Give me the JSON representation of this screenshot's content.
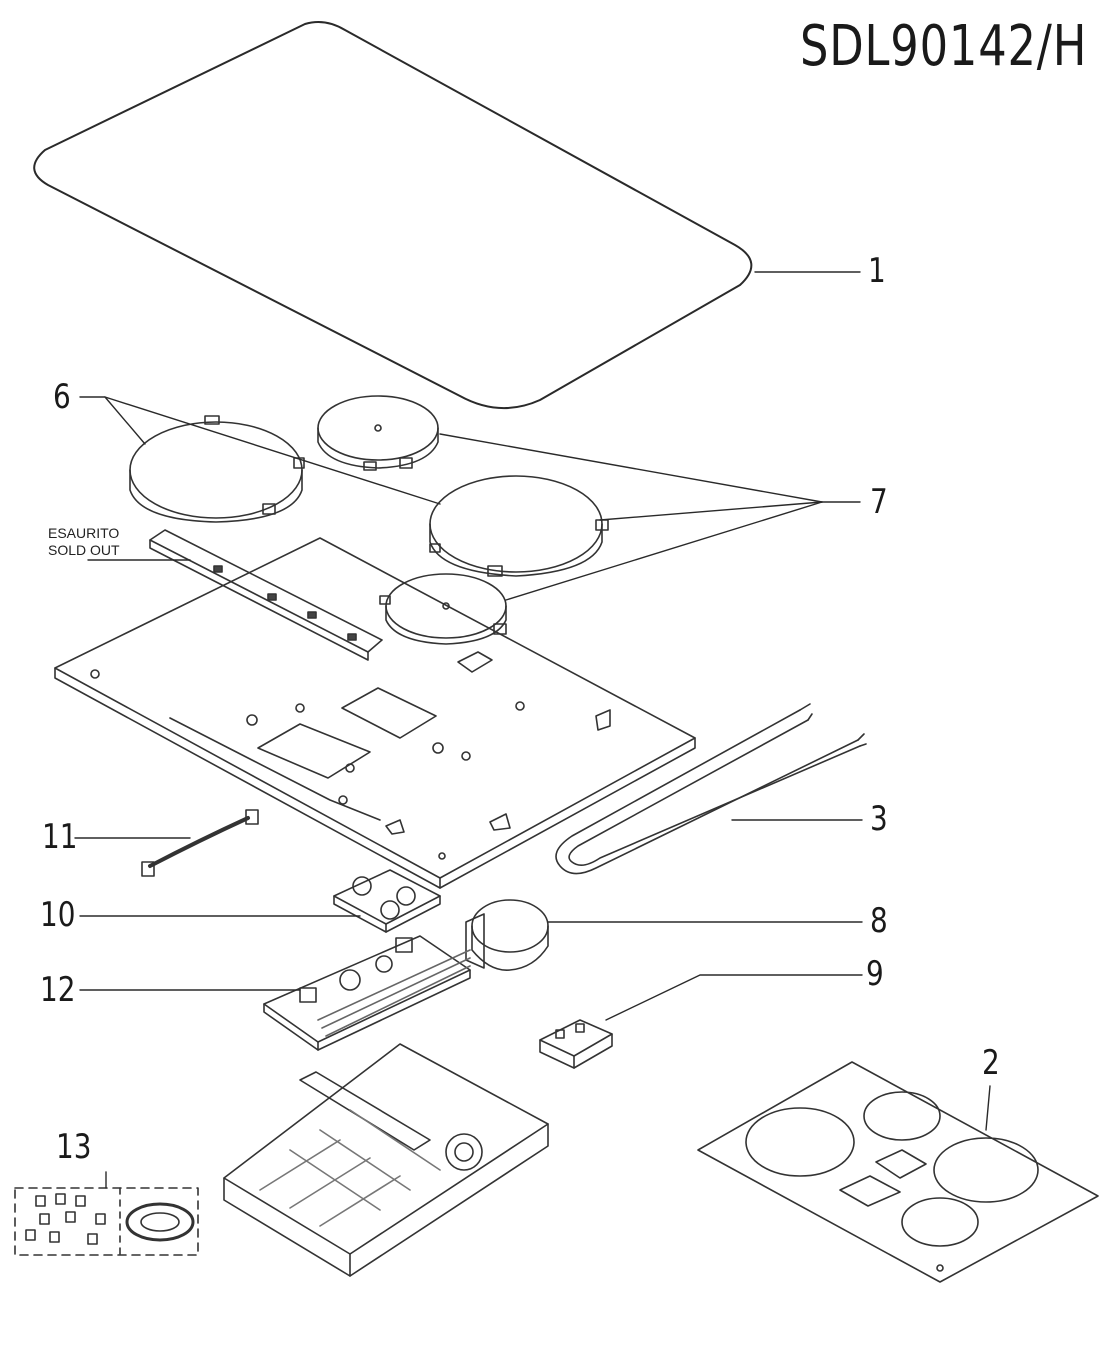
{
  "model_code": "SDL90142/H",
  "sold_out_note": {
    "line1": "ESAURITO",
    "line2": "SOLD OUT"
  },
  "part_labels": {
    "p1": "1",
    "p2": "2",
    "p3": "3",
    "p6": "6",
    "p7": "7",
    "p8": "8",
    "p9": "9",
    "p10": "10",
    "p11": "11",
    "p12": "12",
    "p13": "13"
  },
  "colors": {
    "line": "#2a2a2a",
    "outline": "#3a3a3a",
    "detail": "#6a6a6a"
  }
}
